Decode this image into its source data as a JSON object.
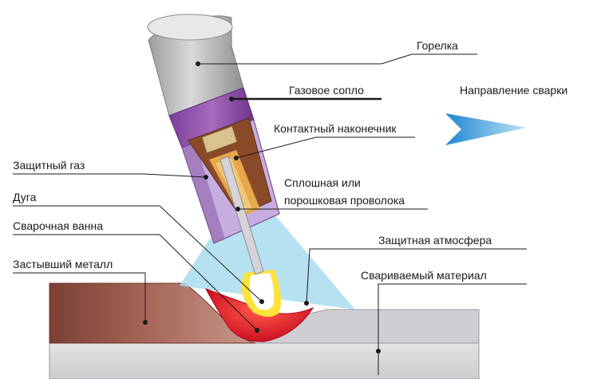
{
  "labels": {
    "torch": "Горелка",
    "gas_nozzle": "Газовое сопло",
    "welding_direction": "Направление сварки",
    "contact_tip": "Контактный наконечник",
    "shielding_gas": "Защитный газ",
    "solid_wire_line1": "Сплошная или",
    "solid_wire_line2": "порошковая проволока",
    "arc": "Дуга",
    "weld_pool": "Сварочная ванна",
    "shielding_atmosphere": "Защитная атмосфера",
    "solidified_metal": "Застывший металл",
    "base_material": "Свариваемый материал"
  },
  "colors": {
    "torch_body": "#c6c6c8",
    "nozzle": "#9a5fb0",
    "nozzle_inner": "#c7aee0",
    "tip_body": "#8a4a2a",
    "wire": "#d4d4d8",
    "arc_yellow": "#ffe23a",
    "pool_red": "#e4142a",
    "solid_metal": "#9c5d4b",
    "base_metal": "#d7d7da",
    "gas_cone": "#a9dcef",
    "direction_arrow": "#3aa0dc"
  }
}
